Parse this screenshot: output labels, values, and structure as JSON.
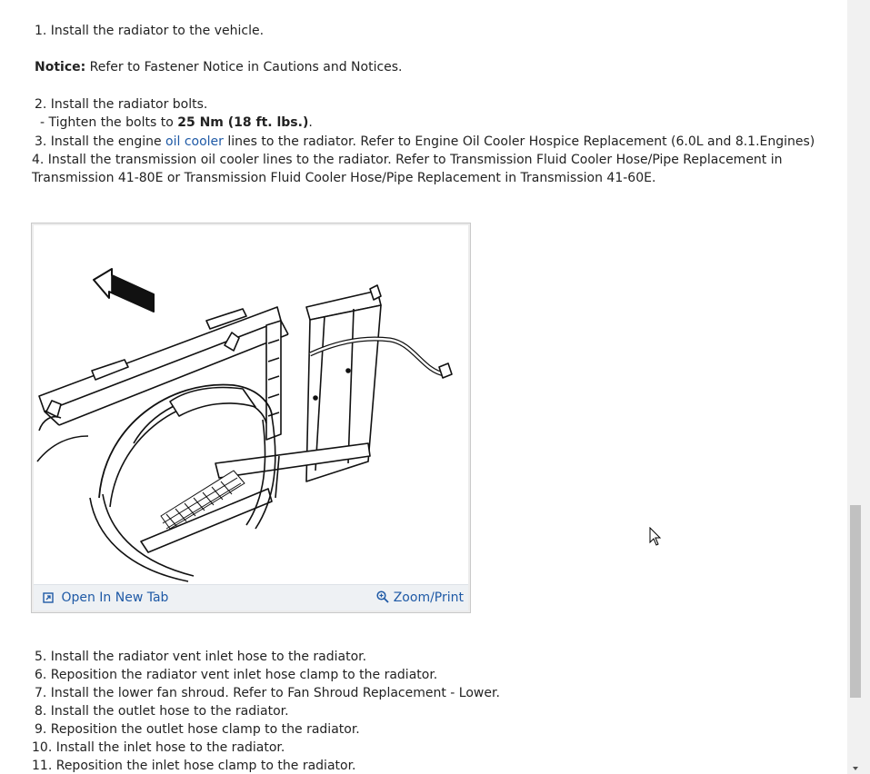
{
  "steps_top": {
    "s1": "1. Install the radiator to the vehicle.",
    "notice_label": "Notice:",
    "notice_text": " Refer to Fastener Notice in Cautions and Notices.",
    "s2": "2. Install the radiator bolts.",
    "s2_sub_prefix": "-  Tighten the bolts to ",
    "s2_sub_value": "25 Nm (18 ft. lbs.)",
    "s2_sub_suffix": ".",
    "s3_prefix": "3. Install the engine ",
    "s3_link": "oil cooler",
    "s3_suffix": " lines to the radiator. Refer to Engine Oil Cooler Hospice Replacement (6.0L and 8.1.Engines)",
    "s4": "4. Install the transmission oil cooler lines to the radiator. Refer to Transmission Fluid Cooler Hose/Pipe Replacement in Transmission 41-80E or Transmission Fluid Cooler Hose/Pipe Replacement in Transmission 41-60E."
  },
  "figure": {
    "open_new_tab": "Open In New Tab",
    "zoom_print": "Zoom/Print"
  },
  "steps_bottom": [
    "5. Install the radiator vent inlet hose to the radiator.",
    "6. Reposition the radiator vent inlet hose clamp to the radiator.",
    "7. Install the lower fan shroud. Refer to Fan Shroud Replacement - Lower.",
    "8. Install the outlet hose to the radiator.",
    "9. Reposition the outlet hose clamp to the radiator.",
    "10. Install the inlet hose to the radiator.",
    "11. Reposition the inlet hose clamp to the radiator."
  ],
  "colors": {
    "link": "#1f5aa6",
    "text": "#222222",
    "scrollbar_thumb": "#c1c1c1"
  }
}
